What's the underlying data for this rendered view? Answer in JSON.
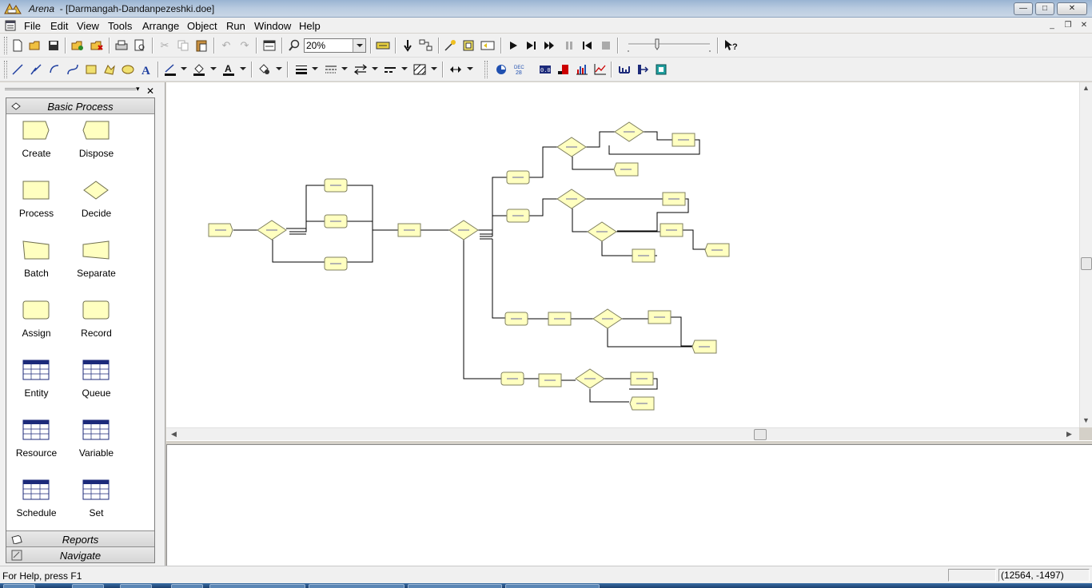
{
  "window": {
    "app_name": "Arena",
    "document_title": "- [Darmangah-Dandanpezeshki.doe]",
    "controls": {
      "minimize": "—",
      "maximize": "□",
      "close": "✕"
    }
  },
  "menu": {
    "items": [
      "File",
      "Edit",
      "View",
      "Tools",
      "Arrange",
      "Object",
      "Run",
      "Window",
      "Help"
    ],
    "mdi_controls": {
      "minimize": "_",
      "restore": "❐",
      "close": "✕"
    }
  },
  "toolbar": {
    "zoom_value": "20%",
    "icons": [
      "new-icon",
      "open-icon",
      "save-icon",
      "template-attach-icon",
      "template-detach-icon",
      "print-icon",
      "print-preview-icon",
      "cut-icon",
      "copy-icon",
      "paste-icon",
      "undo-icon",
      "redo-icon",
      "layers-icon",
      "zoom-icon",
      "submodel-icon",
      "connect-icon",
      "smart-connect-icon",
      "animate-connector-icon",
      "display-composite-view-icon",
      "split-screen-icon",
      "go-icon",
      "step-icon",
      "fast-forward-icon",
      "pause-icon",
      "start-over-icon",
      "end-icon",
      "context-help-icon"
    ]
  },
  "project_bar": {
    "close_glyph": "✕",
    "panel_title": "Basic Process",
    "modules": [
      {
        "label": "Create",
        "shape": "create"
      },
      {
        "label": "Dispose",
        "shape": "dispose"
      },
      {
        "label": "Process",
        "shape": "process"
      },
      {
        "label": "Decide",
        "shape": "decide"
      },
      {
        "label": "Batch",
        "shape": "batch"
      },
      {
        "label": "Separate",
        "shape": "separate"
      },
      {
        "label": "Assign",
        "shape": "assign"
      },
      {
        "label": "Record",
        "shape": "record"
      },
      {
        "label": "Entity",
        "shape": "table"
      },
      {
        "label": "Queue",
        "shape": "table"
      },
      {
        "label": "Resource",
        "shape": "table"
      },
      {
        "label": "Variable",
        "shape": "table"
      },
      {
        "label": "Schedule",
        "shape": "table"
      },
      {
        "label": "Set",
        "shape": "table"
      }
    ],
    "tabs": [
      "Reports",
      "Navigate"
    ]
  },
  "status": {
    "help_text": "For Help, press F1",
    "coordinates": "(12564, -1497)"
  },
  "colors": {
    "module_fill": "#ffffc0",
    "module_stroke": "#808060",
    "table_header": "#1c2a7a",
    "connector": "#000000"
  }
}
